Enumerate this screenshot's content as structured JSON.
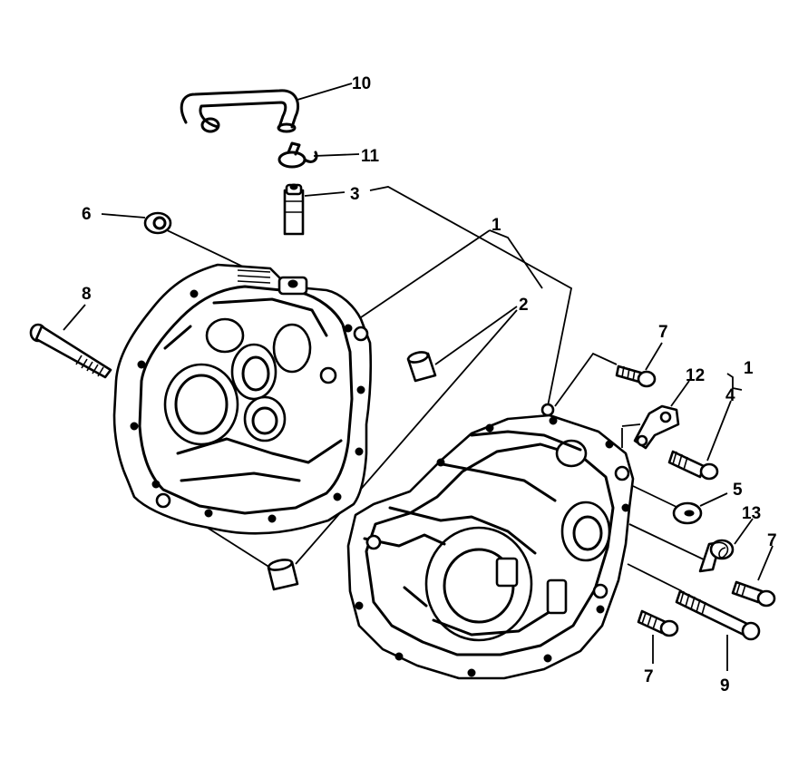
{
  "callouts": [
    {
      "id": "label-10",
      "text": "10"
    },
    {
      "id": "label-11",
      "text": "11"
    },
    {
      "id": "label-3",
      "text": "3"
    },
    {
      "id": "label-1-top",
      "text": "1"
    },
    {
      "id": "label-6",
      "text": "6"
    },
    {
      "id": "label-8",
      "text": "8"
    },
    {
      "id": "label-2",
      "text": "2"
    },
    {
      "id": "label-7-top",
      "text": "7"
    },
    {
      "id": "label-12",
      "text": "12"
    },
    {
      "id": "label-1-right",
      "text": "1"
    },
    {
      "id": "label-4",
      "text": "4"
    },
    {
      "id": "label-5",
      "text": "5"
    },
    {
      "id": "label-13",
      "text": "13"
    },
    {
      "id": "label-7-right",
      "text": "7"
    },
    {
      "id": "label-7-bottom",
      "text": "7"
    },
    {
      "id": "label-9",
      "text": "9"
    }
  ],
  "colors": {
    "ink": "#000000",
    "paper": "#ffffff"
  }
}
